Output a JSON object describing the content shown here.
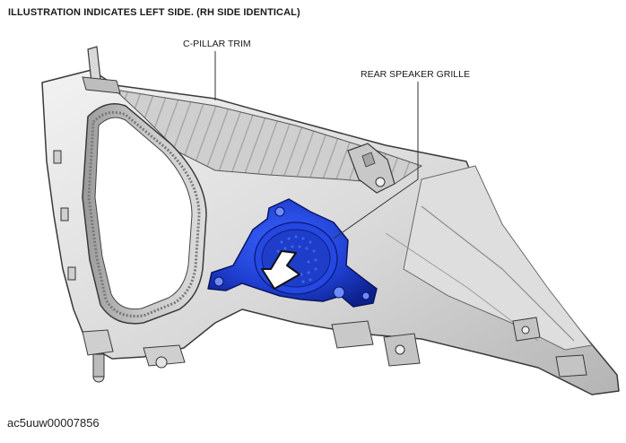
{
  "header": {
    "note": "ILLUSTRATION INDICATES LEFT SIDE. (RH SIDE IDENTICAL)"
  },
  "callouts": {
    "c_pillar_trim": "C-PILLAR TRIM",
    "rear_speaker_grille": "REAR SPEAKER GRILLE"
  },
  "footer": {
    "figure_id": "ac5uuw00007856"
  },
  "colors": {
    "trim_light": "#e9e9e9",
    "trim_mid": "#c4c4c4",
    "trim_dark": "#8d8d8d",
    "outline": "#3a3a3a",
    "grille_blue": "#1f3fd1",
    "grille_dark": "#0d1f8a",
    "arrow_fill": "#ffffff"
  },
  "icons": {
    "removal_arrow": "arrow-down-left-icon"
  }
}
